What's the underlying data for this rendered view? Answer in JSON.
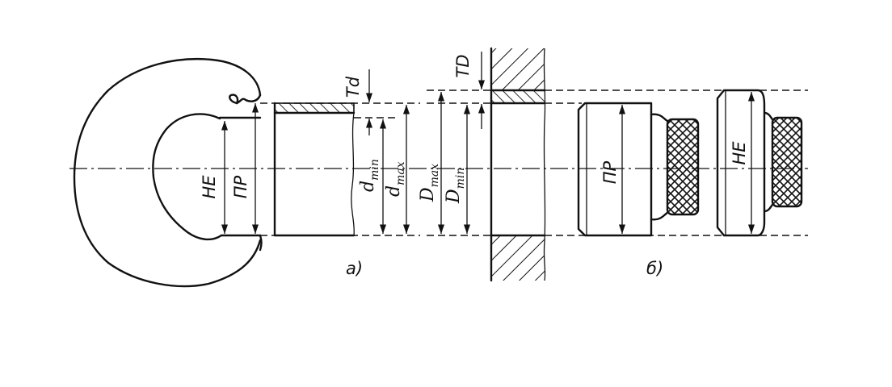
{
  "labels": {
    "gauge_a_no_go": "НЕ",
    "gauge_a_go": "ПР",
    "td": "Td",
    "d_min_main": "d",
    "d_min_sub": "min",
    "d_max_main": "d",
    "d_max_sub": "max",
    "caption_a": "а)",
    "tD": "TD",
    "D_max_main": "D",
    "D_max_sub": "max",
    "D_min_main": "D",
    "D_min_sub": "min",
    "plug_go": "ПР",
    "plug_no_go": "НЕ",
    "caption_b": "б)"
  }
}
